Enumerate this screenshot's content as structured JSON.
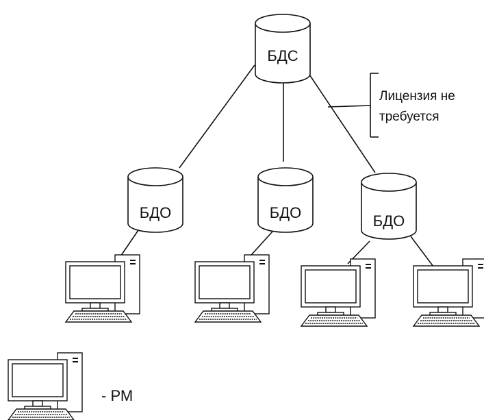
{
  "diagram": {
    "server_db": {
      "label": "БДС"
    },
    "branch_dbs": [
      {
        "label": "БДО"
      },
      {
        "label": "БДО"
      },
      {
        "label": "БДО"
      }
    ],
    "license_note": {
      "line1": "Лицензия не",
      "line2": "требуется"
    },
    "legend": {
      "text": "- РМ"
    }
  }
}
